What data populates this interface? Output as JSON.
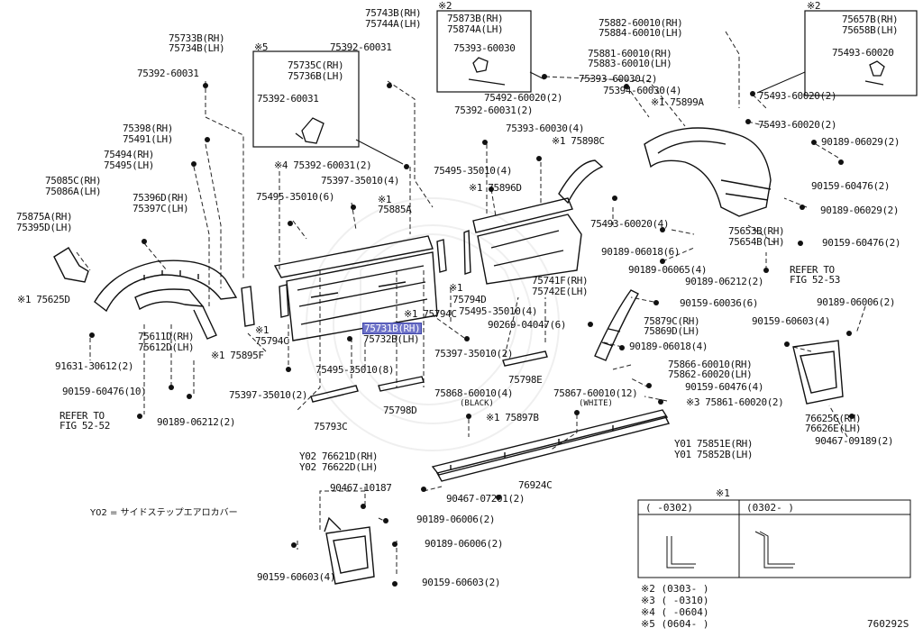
{
  "diagram_code": "760292S",
  "y02_note": "Y02 = サイドステップエアロカバー",
  "legend": {
    "title": "※1",
    "col1": "(    -0302)",
    "col2": "(0302-    )",
    "notes": [
      "※2 (0303-      )",
      "※3 (     -0310)",
      "※4 (     -0604)",
      "※5 (0604-      )"
    ]
  },
  "labels": {
    "l01": "75733B(RH)",
    "l02": "75734B(LH)",
    "l03": "75392-60031",
    "l04": "75743B(RH)",
    "l05": "75744A(LH)",
    "l06": "75392-60031",
    "l07": "※2",
    "l08": "75873B(RH)",
    "l09": "75874A(LH)",
    "l10": "75393-60030",
    "l11": "75882-60010(RH)",
    "l12": "75884-60010(LH)",
    "l13": "※2",
    "l14": "75657B(RH)",
    "l15": "75658B(LH)",
    "l16": "75493-60020",
    "l17": "※5",
    "l18": "75735C(RH)",
    "l19": "75736B(LH)",
    "l20": "75392-60031",
    "l21": "75881-60010(RH)",
    "l22": "75883-60010(LH)",
    "l23": "75393-60030(2)",
    "l24": "75394-60030(4)",
    "l25": "75492-60020(2)",
    "l26": "※1 75899A",
    "l27": "75493-60020(2)",
    "l28": "75392-60031(2)",
    "l29": "75493-60020(2)",
    "l30": "75398(RH)",
    "l31": "75491(LH)",
    "l32": "75393-60030(4)",
    "l33": "※1 75898C",
    "l34": "90189-06029(2)",
    "l35": "75494(RH)",
    "l36": "75495(LH)",
    "l37": "※4 75392-60031(2)",
    "l38": "75495-35010(4)",
    "l39": "75085C(RH)",
    "l40": "75086A(LH)",
    "l41": "75397-35010(4)",
    "l42": "※1 75896D",
    "l43": "90159-60476(2)",
    "l44": "75396D(RH)",
    "l45": "75397C(LH)",
    "l46": "75495-35010(6)",
    "l47": "※1",
    "l48": "75885A",
    "l49": "75875A(RH)",
    "l50": "75395D(LH)",
    "l51": "75493-60020(4)",
    "l52": "90189-06029(2)",
    "l53": "75653B(RH)",
    "l54": "75654B(LH)",
    "l55": "90159-60476(2)",
    "l56": "90189-06018(6)",
    "l57": "90189-06065(4)",
    "l58": "90189-06212(2)",
    "l59": "REFER TO",
    "l60": "FIG 52-53",
    "l61": "※1 75625D",
    "l62": "75741F(RH)",
    "l63": "75742E(LH)",
    "l64": "※1",
    "l65": "75794D",
    "l66": "75495-35010(4)",
    "l67": "90159-60036(6)",
    "l68": "90189-06006(2)",
    "l69": "75611D(RH)",
    "l70": "75612D(LH)",
    "l71": "※1",
    "l72": "75794C",
    "l73": "75731B(RH)",
    "l74": "75732B(LH)",
    "l75": "※1 75794C",
    "l76": "90269-04047(6)",
    "l77": "75879C(RH)",
    "l78": "75869D(LH)",
    "l79": "90159-60603(4)",
    "l80": "※1 75895F",
    "l81": "75397-35010(2)",
    "l82": "90189-06018(4)",
    "l83": "91631-30612(2)",
    "l84": "75495-35010(8)",
    "l85": "75798E",
    "l86": "75866-60010(RH)",
    "l87": "75862-60020(LH)",
    "l88": "90159-60476(10)",
    "l89": "75397-35010(2)",
    "l90": "75868-60010(4)",
    "l91": "(BLACK)",
    "l92": "75867-60010(12)",
    "l93": "(WHITE)",
    "l94": "90159-60476(4)",
    "l95": "REFER TO",
    "l96": "FIG 52-52",
    "l97": "90189-06212(2)",
    "l98": "75793C",
    "l99": "75798D",
    "l100": "※1 75897B",
    "l101": "※3 75861-60020(2)",
    "l102": "76625G(RH)",
    "l103": "76626E(LH)",
    "l104": "Y01 75851E(RH)",
    "l105": "Y01 75852B(LH)",
    "l106": "90467-09189(2)",
    "l107": "Y02 76621D(RH)",
    "l108": "Y02 76622D(LH)",
    "l109": "90467-10187",
    "l110": "90467-07201(2)",
    "l111": "76924C",
    "l112": "90189-06006(2)",
    "l113": "90189-06006(2)",
    "l114": "90159-60603(4)",
    "l115": "90159-60603(2)"
  }
}
